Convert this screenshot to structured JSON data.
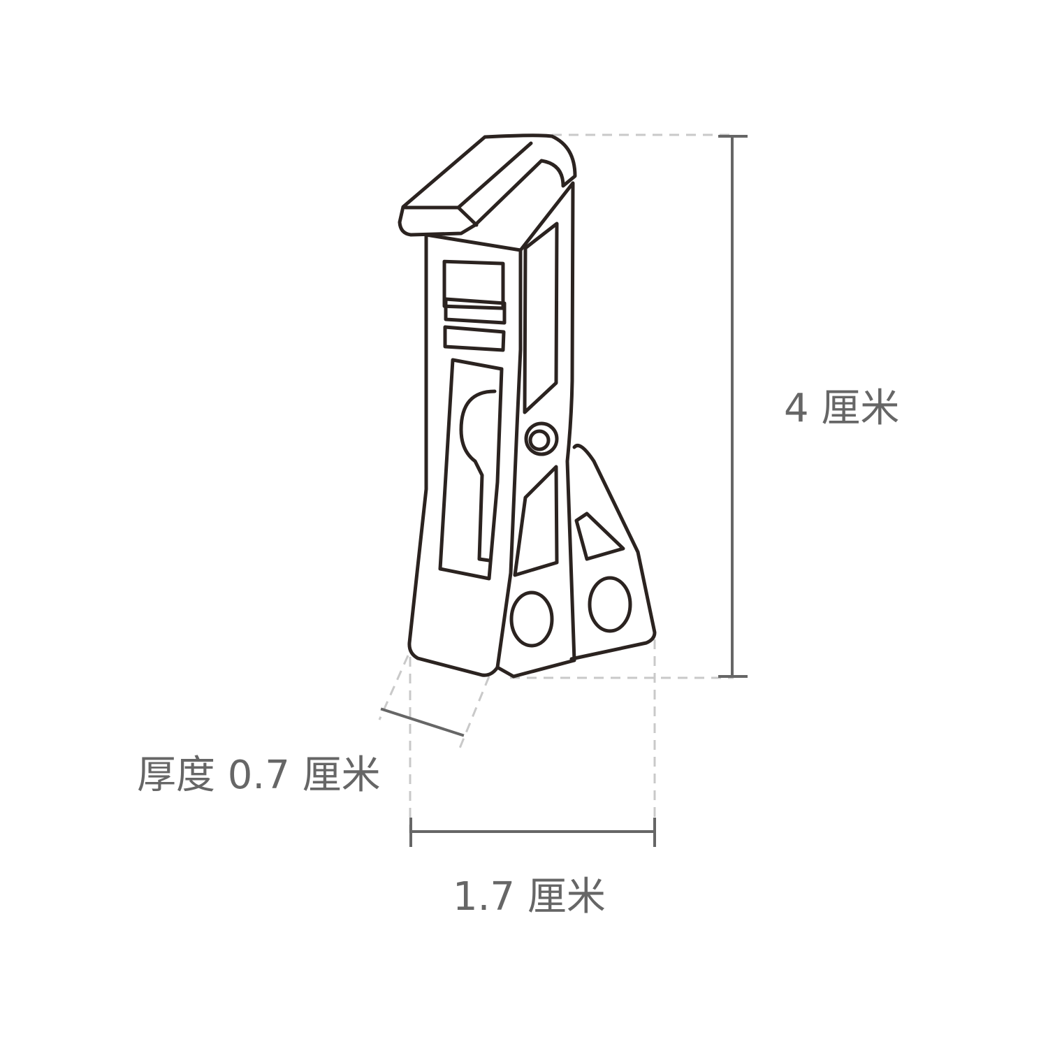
{
  "dimensions": {
    "height_label": "4 厘米",
    "width_label": "1.7 厘米",
    "thickness_label": "厚度 0.7 厘米"
  },
  "colors": {
    "outline": "#2b2320",
    "dimension_line": "#666666",
    "guide_dash": "#c9c9c9",
    "label_text": "#666666"
  }
}
